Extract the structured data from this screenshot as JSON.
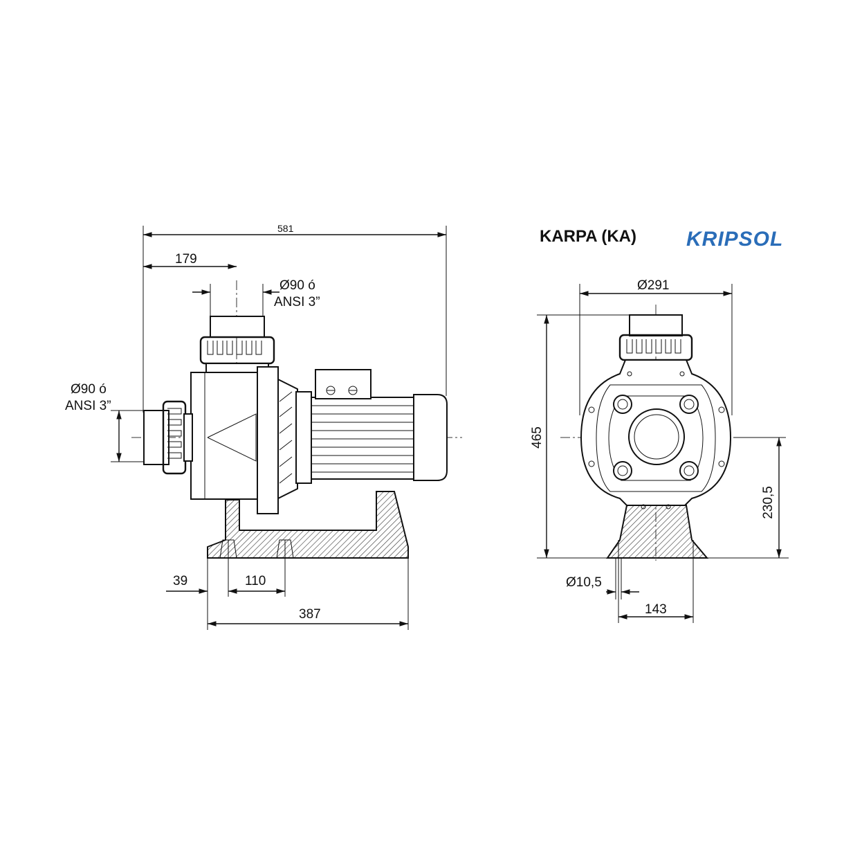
{
  "title": "KARPA (KA)",
  "brand": "KRIPSOL",
  "side_view": {
    "overall_length": "581",
    "inlet_offset": "179",
    "top_port_diameter": "Ø90 ó",
    "top_port_ansi": "ANSI 3”",
    "side_port_diameter": "Ø90 ó",
    "side_port_ansi": "ANSI 3”",
    "base_edge_offset": "39",
    "mount_hole_spacing": "110",
    "base_length": "387"
  },
  "front_view": {
    "flange_diameter": "Ø291",
    "overall_height": "465",
    "axis_height": "230,5",
    "mount_hole_diameter": "Ø10,5",
    "base_hole_spacing": "143"
  },
  "colors": {
    "line": "#111111",
    "brand": "#2a6db8",
    "background": "#ffffff"
  }
}
